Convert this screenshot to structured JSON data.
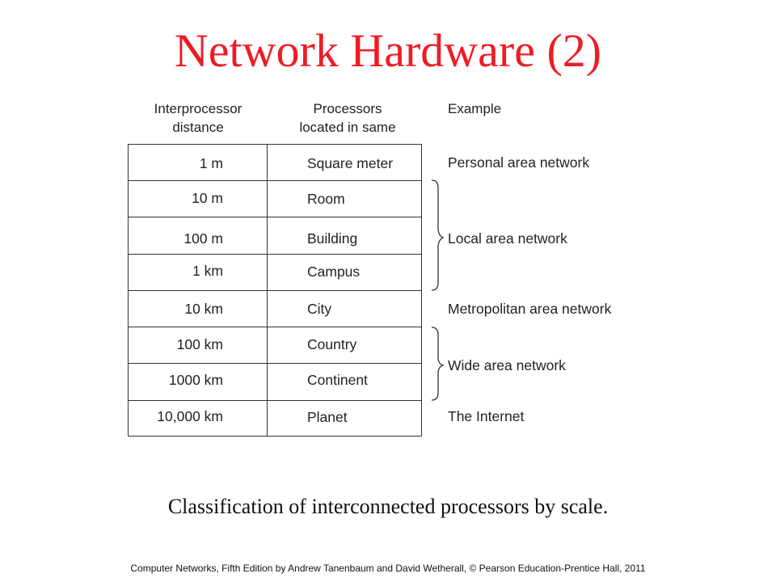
{
  "title": "Network Hardware (2)",
  "table": {
    "headers": {
      "distance_line1": "Interprocessor",
      "distance_line2": "distance",
      "processors_line1": "Processors",
      "processors_line2": "located in same",
      "example": "Example"
    },
    "rows": [
      {
        "distance": "1 m",
        "location": "Square meter"
      },
      {
        "distance": "10 m",
        "location": "Room"
      },
      {
        "distance": "100 m",
        "location": "Building"
      },
      {
        "distance": "1 km",
        "location": "Campus"
      },
      {
        "distance": "10 km",
        "location": "City"
      },
      {
        "distance": "100 km",
        "location": "Country"
      },
      {
        "distance": "1000 km",
        "location": "Continent"
      },
      {
        "distance": "10,000 km",
        "location": "Planet"
      }
    ],
    "examples": [
      "Personal area network",
      "Local area network",
      "Metropolitan area network",
      "Wide area network",
      "The Internet"
    ]
  },
  "caption": "Classification of interconnected processors by scale.",
  "footer": "Computer Networks, Fifth Edition by Andrew Tanenbaum  and David Wetherall, © Pearson Education-Prentice Hall, 2011",
  "colors": {
    "title": "#ee1c24",
    "text": "#222222",
    "grid": "#333333"
  }
}
